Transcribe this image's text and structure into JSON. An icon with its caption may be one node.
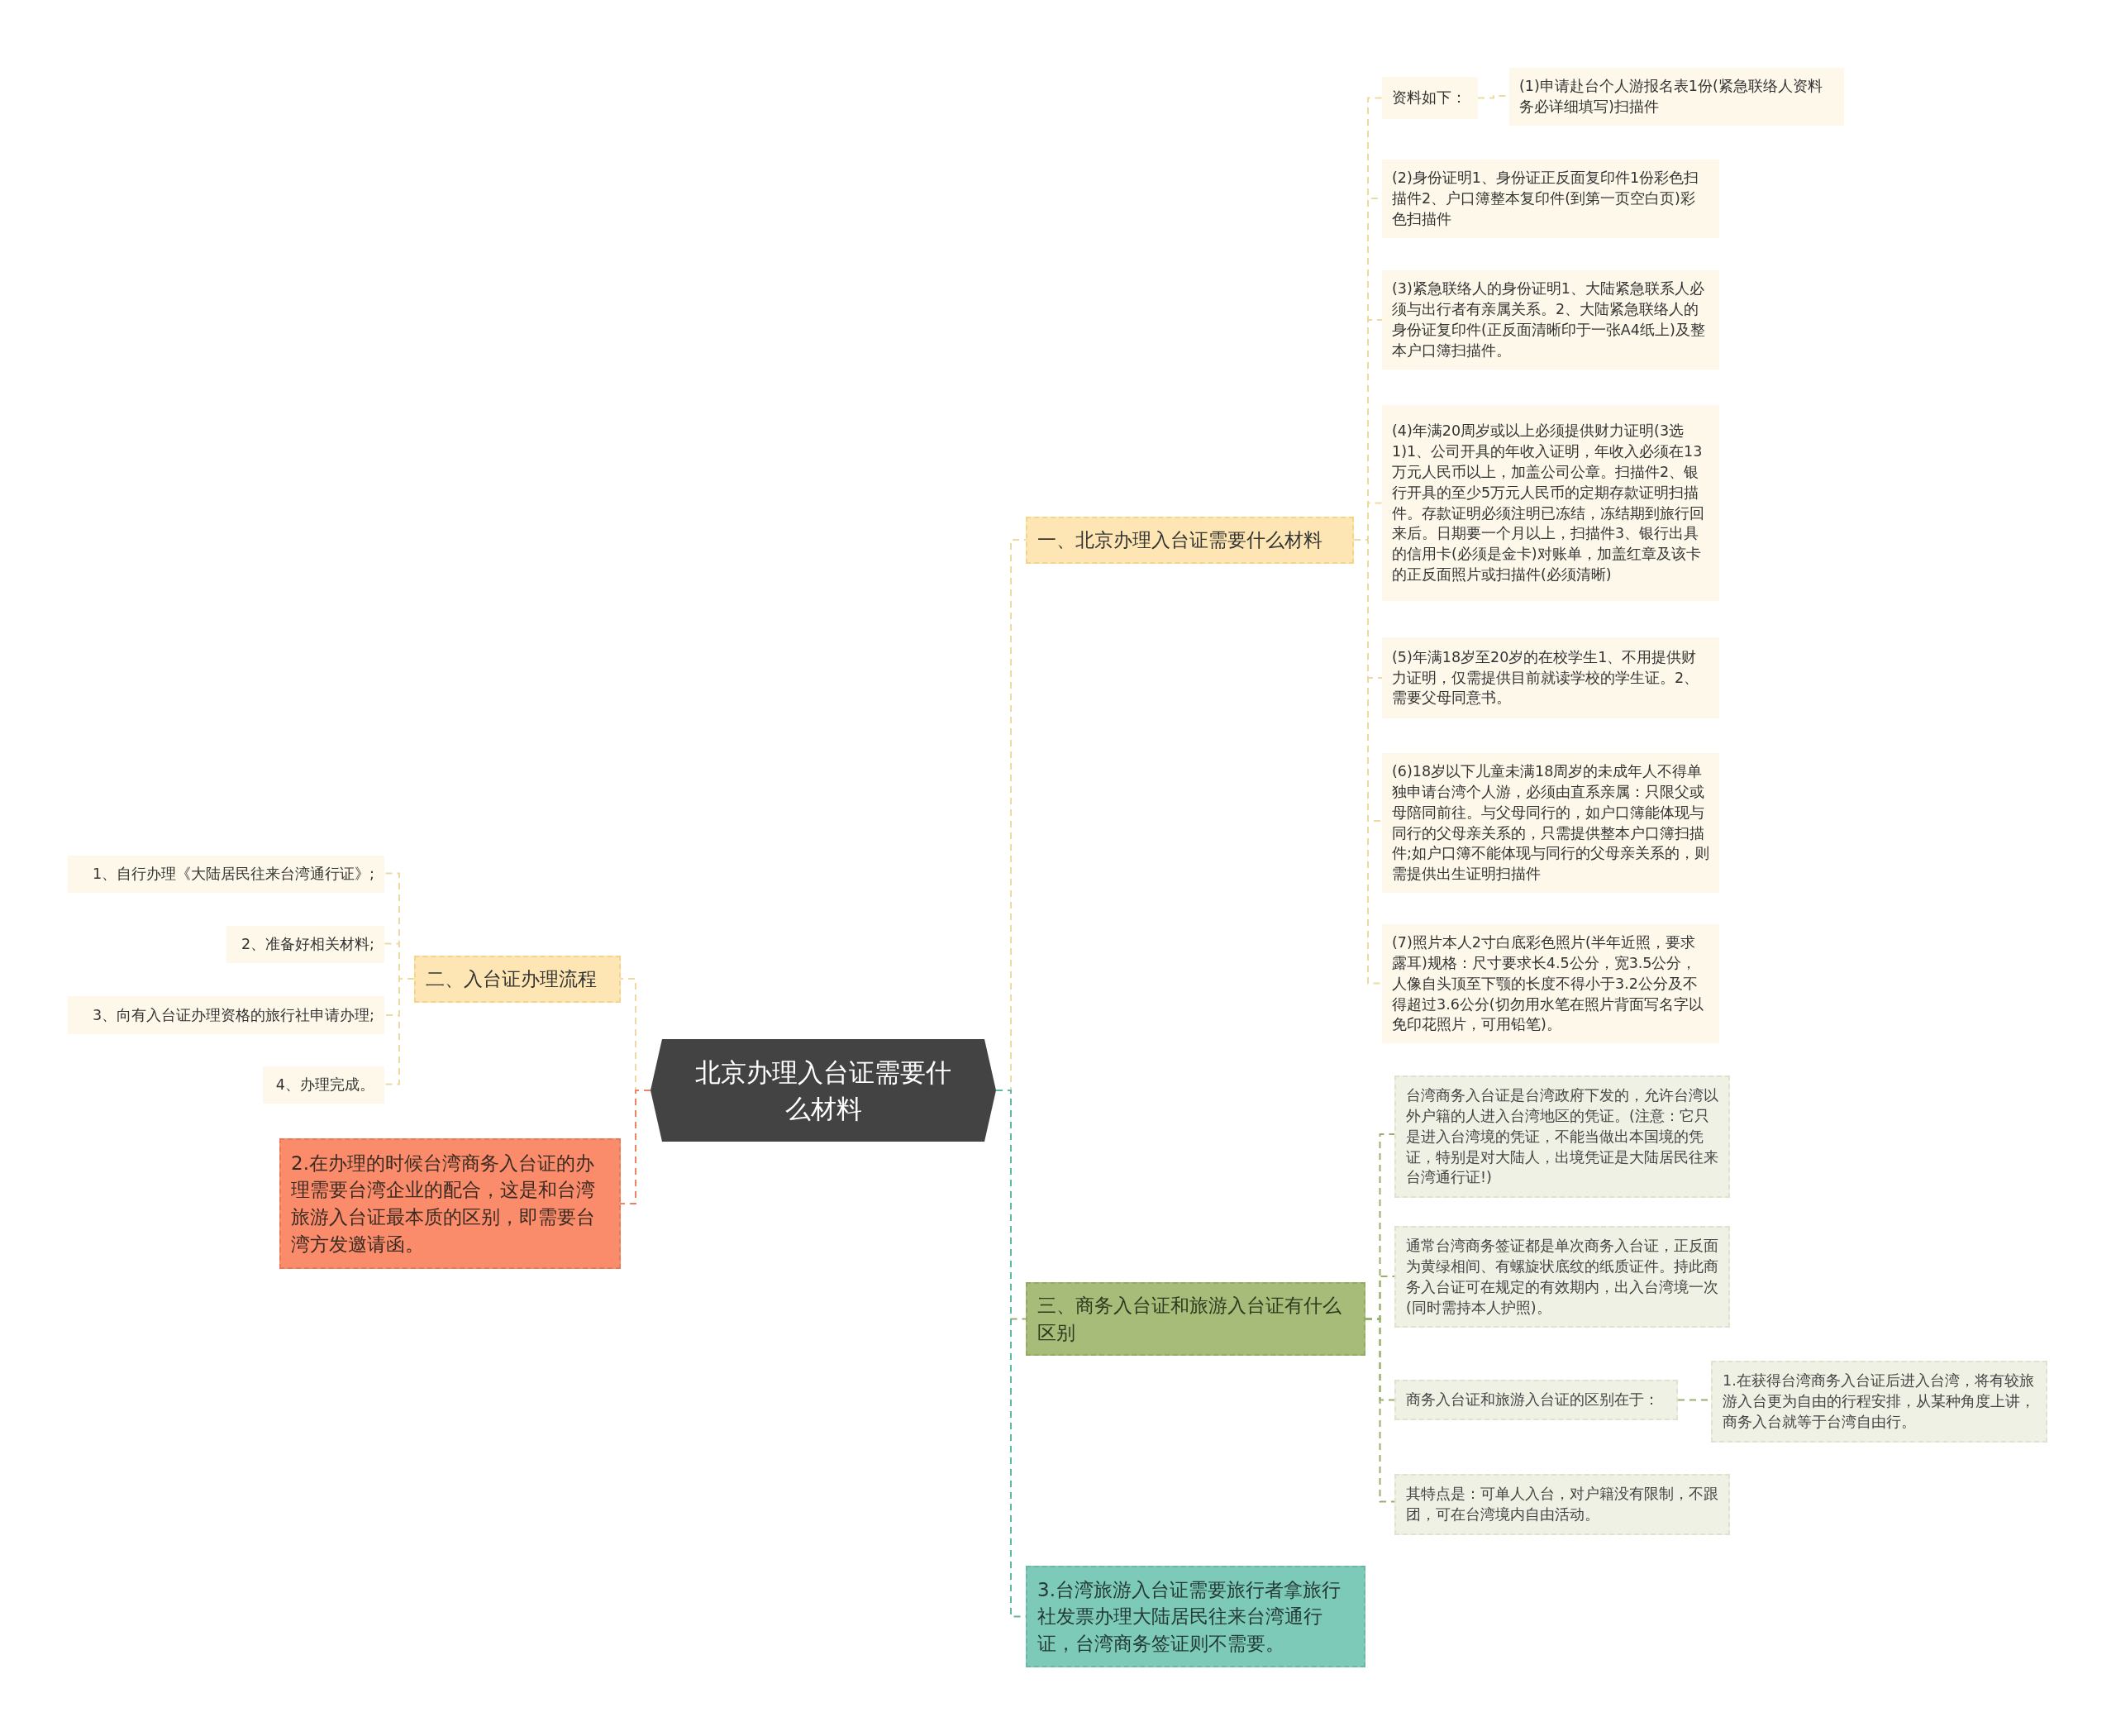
{
  "diagram": {
    "nodes": [
      {
        "text": [
          "北京办理入台证需要什么材料"
        ]
      },
      {
        "text": [
          "一、北京办理入台证需要什么材料"
        ]
      },
      {
        "text": [
          "资料如下："
        ]
      },
      {
        "text": [
          "(1)申请赴台个人游报名表1份(紧急联络人资料务必详细填写)扫描件"
        ]
      },
      {
        "text": [
          "(2)身份证明1、身份证正反面复印件1份彩色扫描件2、户口簿整本复印件(到第一页空白页)彩色扫描件"
        ]
      },
      {
        "text": [
          "(3)紧急联络人的身份证明1、大陆紧急联系人必须与出行者有亲属关系。2、大陆紧急联络人的身份证复印件(正反面清晰印于一张A4纸上)及整本户口簿扫描件。"
        ]
      },
      {
        "text": [
          "(4)年满20周岁或以上必须提供财力证明(3选1)1、公司开具的年收入证明，年收入必须在13万元人民币以上，加盖公司公章。扫描件2、银行开具的至少5万元人民币的定期存款证明扫描件。存款证明必须注明已冻结，冻结期到旅行回来后。日期要一个月以上，扫描件3、银行出具的信用卡(必须是金卡)对账单，加盖红章及该卡的正反面照片或扫描件(必须清晰)"
        ]
      },
      {
        "text": [
          "(5)年满18岁至20岁的在校学生1、不用提供财力证明，仅需提供目前就读学校的学生证。2、需要父母同意书。"
        ]
      },
      {
        "text": [
          "(6)18岁以下儿童未满18周岁的未成年人不得单独申请台湾个人游，必须由直系亲属：只限父或母陪同前往。与父母同行的，如户口簿能体现与同行的父母亲关系的，只需提供整本户口簿扫描件;如户口簿不能体现与同行的父母亲关系的，则需提供出生证明扫描件"
        ]
      },
      {
        "text": [
          "(7)照片本人2寸白底彩色照片(半年近照，要求露耳)规格：尺寸要求长4.5公分，宽3.5公分，人像自头顶至下颚的长度不得小于3.2公分及不得超过3.6公分(切勿用水笔在照片背面写名字以免印花照片，可用铅笔)。"
        ]
      },
      {
        "text": [
          "二、入台证办理流程"
        ]
      },
      {
        "text": [
          "1、自行办理《大陆居民往来台湾通行证》;"
        ]
      },
      {
        "text": [
          "2、准备好相关材料;"
        ]
      },
      {
        "text": [
          "3、向有入台证办理资格的旅行社申请办理;"
        ]
      },
      {
        "text": [
          "4、办理完成。"
        ]
      },
      {
        "text": [
          "2.在办理的时候台湾商务入台证的办理需要台湾企业的配合，这是和台湾旅游入台证最本质的区别，即需要台湾方发邀请函。"
        ]
      },
      {
        "text": [
          "三、商务入台证和旅游入台证有什么区别"
        ]
      },
      {
        "text": [
          "台湾商务入台证是台湾政府下发的，允许台湾以外户籍的人进入台湾地区的凭证。(注意：它只是进入台湾境的凭证，不能当做出本国境的凭证，特别是对大陆人，出境凭证是大陆居民往来台湾通行证!)"
        ]
      },
      {
        "text": [
          "通常台湾商务签证都是单次商务入台证，正反面为黄绿相间、有螺旋状底纹的纸质证件。持此商务入台证可在规定的有效期内，出入台湾境一次(同时需持本人护照)。"
        ]
      },
      {
        "text": [
          "商务入台证和旅游入台证的区别在于："
        ]
      },
      {
        "text": [
          "1.在获得台湾商务入台证后进入台湾，将有较旅游入台更为自由的行程安排，从某种角度上讲，商务入台就等于台湾自由行。"
        ]
      },
      {
        "text": [
          "其特点是：可单人入台，对户籍没有限制，不跟团，可在台湾境内自由活动。"
        ]
      },
      {
        "text": [
          "3.台湾旅游入台证需要旅行者拿旅行社发票办理大陆居民往来台湾通行证，台湾商务签证则不需要。"
        ]
      }
    ],
    "edges": [
      {
        "from": 0,
        "to": 1,
        "arrow": "none",
        "style": "dashed"
      },
      {
        "from": 1,
        "to": 2,
        "arrow": "none",
        "style": "dashed"
      },
      {
        "from": 2,
        "to": 3,
        "arrow": "none",
        "style": "dashed"
      },
      {
        "from": 1,
        "to": 4,
        "arrow": "none",
        "style": "dashed"
      },
      {
        "from": 1,
        "to": 5,
        "arrow": "none",
        "style": "dashed"
      },
      {
        "from": 1,
        "to": 6,
        "arrow": "none",
        "style": "dashed"
      },
      {
        "from": 1,
        "to": 7,
        "arrow": "none",
        "style": "dashed"
      },
      {
        "from": 1,
        "to": 8,
        "arrow": "none",
        "style": "dashed"
      },
      {
        "from": 1,
        "to": 9,
        "arrow": "none",
        "style": "dashed"
      },
      {
        "from": 0,
        "to": 10,
        "arrow": "none",
        "style": "dashed"
      },
      {
        "from": 10,
        "to": 11,
        "arrow": "none",
        "style": "dashed"
      },
      {
        "from": 10,
        "to": 12,
        "arrow": "none",
        "style": "dashed"
      },
      {
        "from": 10,
        "to": 13,
        "arrow": "none",
        "style": "dashed"
      },
      {
        "from": 10,
        "to": 14,
        "arrow": "none",
        "style": "dashed"
      },
      {
        "from": 0,
        "to": 15,
        "arrow": "none",
        "style": "dashed",
        "color": "#f0835f"
      },
      {
        "from": 0,
        "to": 16,
        "arrow": "none",
        "style": "dashed",
        "color": "#98b06a"
      },
      {
        "from": 16,
        "to": 17,
        "arrow": "none",
        "style": "dashed",
        "color": "#98b06a"
      },
      {
        "from": 16,
        "to": 18,
        "arrow": "none",
        "style": "dashed",
        "color": "#98b06a"
      },
      {
        "from": 16,
        "to": 19,
        "arrow": "none",
        "style": "dashed",
        "color": "#98b06a"
      },
      {
        "from": 19,
        "to": 20,
        "arrow": "none",
        "style": "dashed",
        "color": "#98b06a"
      },
      {
        "from": 16,
        "to": 21,
        "arrow": "none",
        "style": "dashed",
        "color": "#98b06a"
      },
      {
        "from": 0,
        "to": 22,
        "arrow": "none",
        "style": "dashed",
        "color": "#5fb8a6"
      }
    ]
  }
}
